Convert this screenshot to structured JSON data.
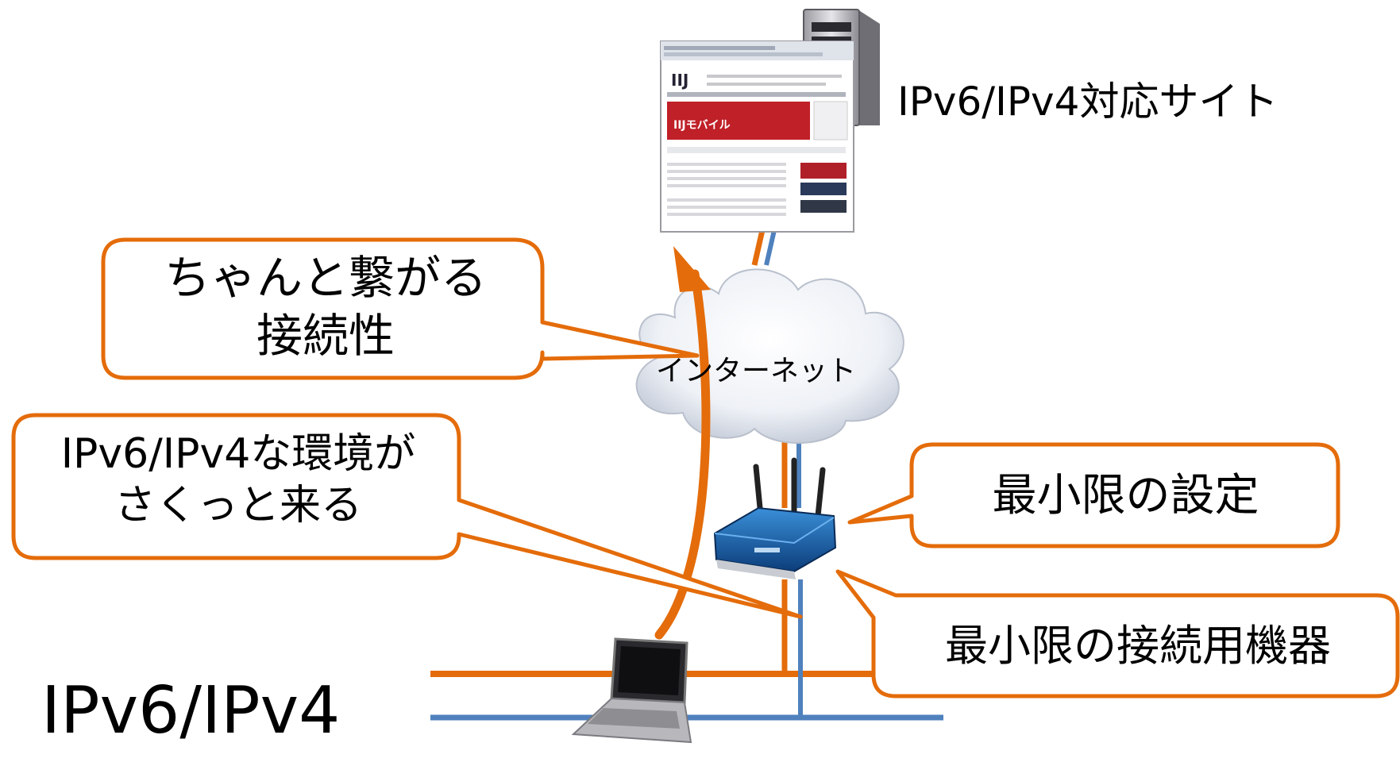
{
  "colors": {
    "orange": "#E46C0A",
    "blue": "#4F81BD",
    "text": "#000000"
  },
  "labels": {
    "site": "IPv6/IPv4対応サイト",
    "internet": "インターネット",
    "network": "IPv6/IPv4"
  },
  "callouts": {
    "connectivity": {
      "line1": "ちゃんと繋がる",
      "line2": "接続性"
    },
    "environment": {
      "line1": "IPv6/IPv4な環境が",
      "line2": "さくっと来る"
    },
    "settings": "最小限の設定",
    "equipment": "最小限の接続用機器"
  },
  "website": {
    "logo": "IIJ",
    "banner": "IIJモバイル"
  },
  "icons": [
    "server-icon",
    "webpage-icon",
    "cloud-icon",
    "router-icon",
    "laptop-icon"
  ]
}
